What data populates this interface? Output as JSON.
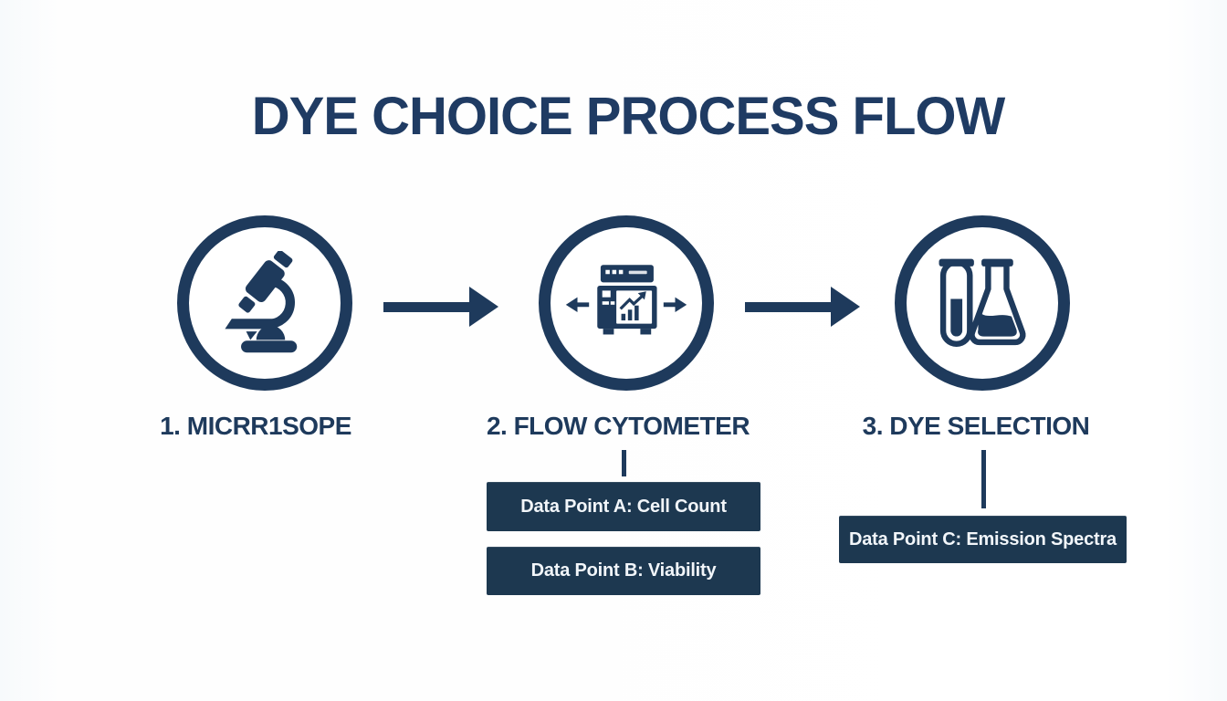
{
  "title": "DYE CHOICE PROCESS FLOW",
  "colors": {
    "navy": "#1e3a5c",
    "title_text": "#1f3b63",
    "box_background": "#1d3850",
    "box_text": "#f2f6fa",
    "background": "#fdfeff"
  },
  "steps": [
    {
      "label": "1. MICRR1SOPE",
      "icon": "microscope-icon"
    },
    {
      "label": "2. FLOW CYTOMETER",
      "icon": "flow-cytometer-icon"
    },
    {
      "label": "3. DYE SELECTION",
      "icon": "lab-glassware-icon"
    }
  ],
  "data_points": {
    "a": "Data Point A: Cell Count",
    "b": "Data Point B: Viability",
    "c": "Data Point C: Emission Spectra"
  }
}
